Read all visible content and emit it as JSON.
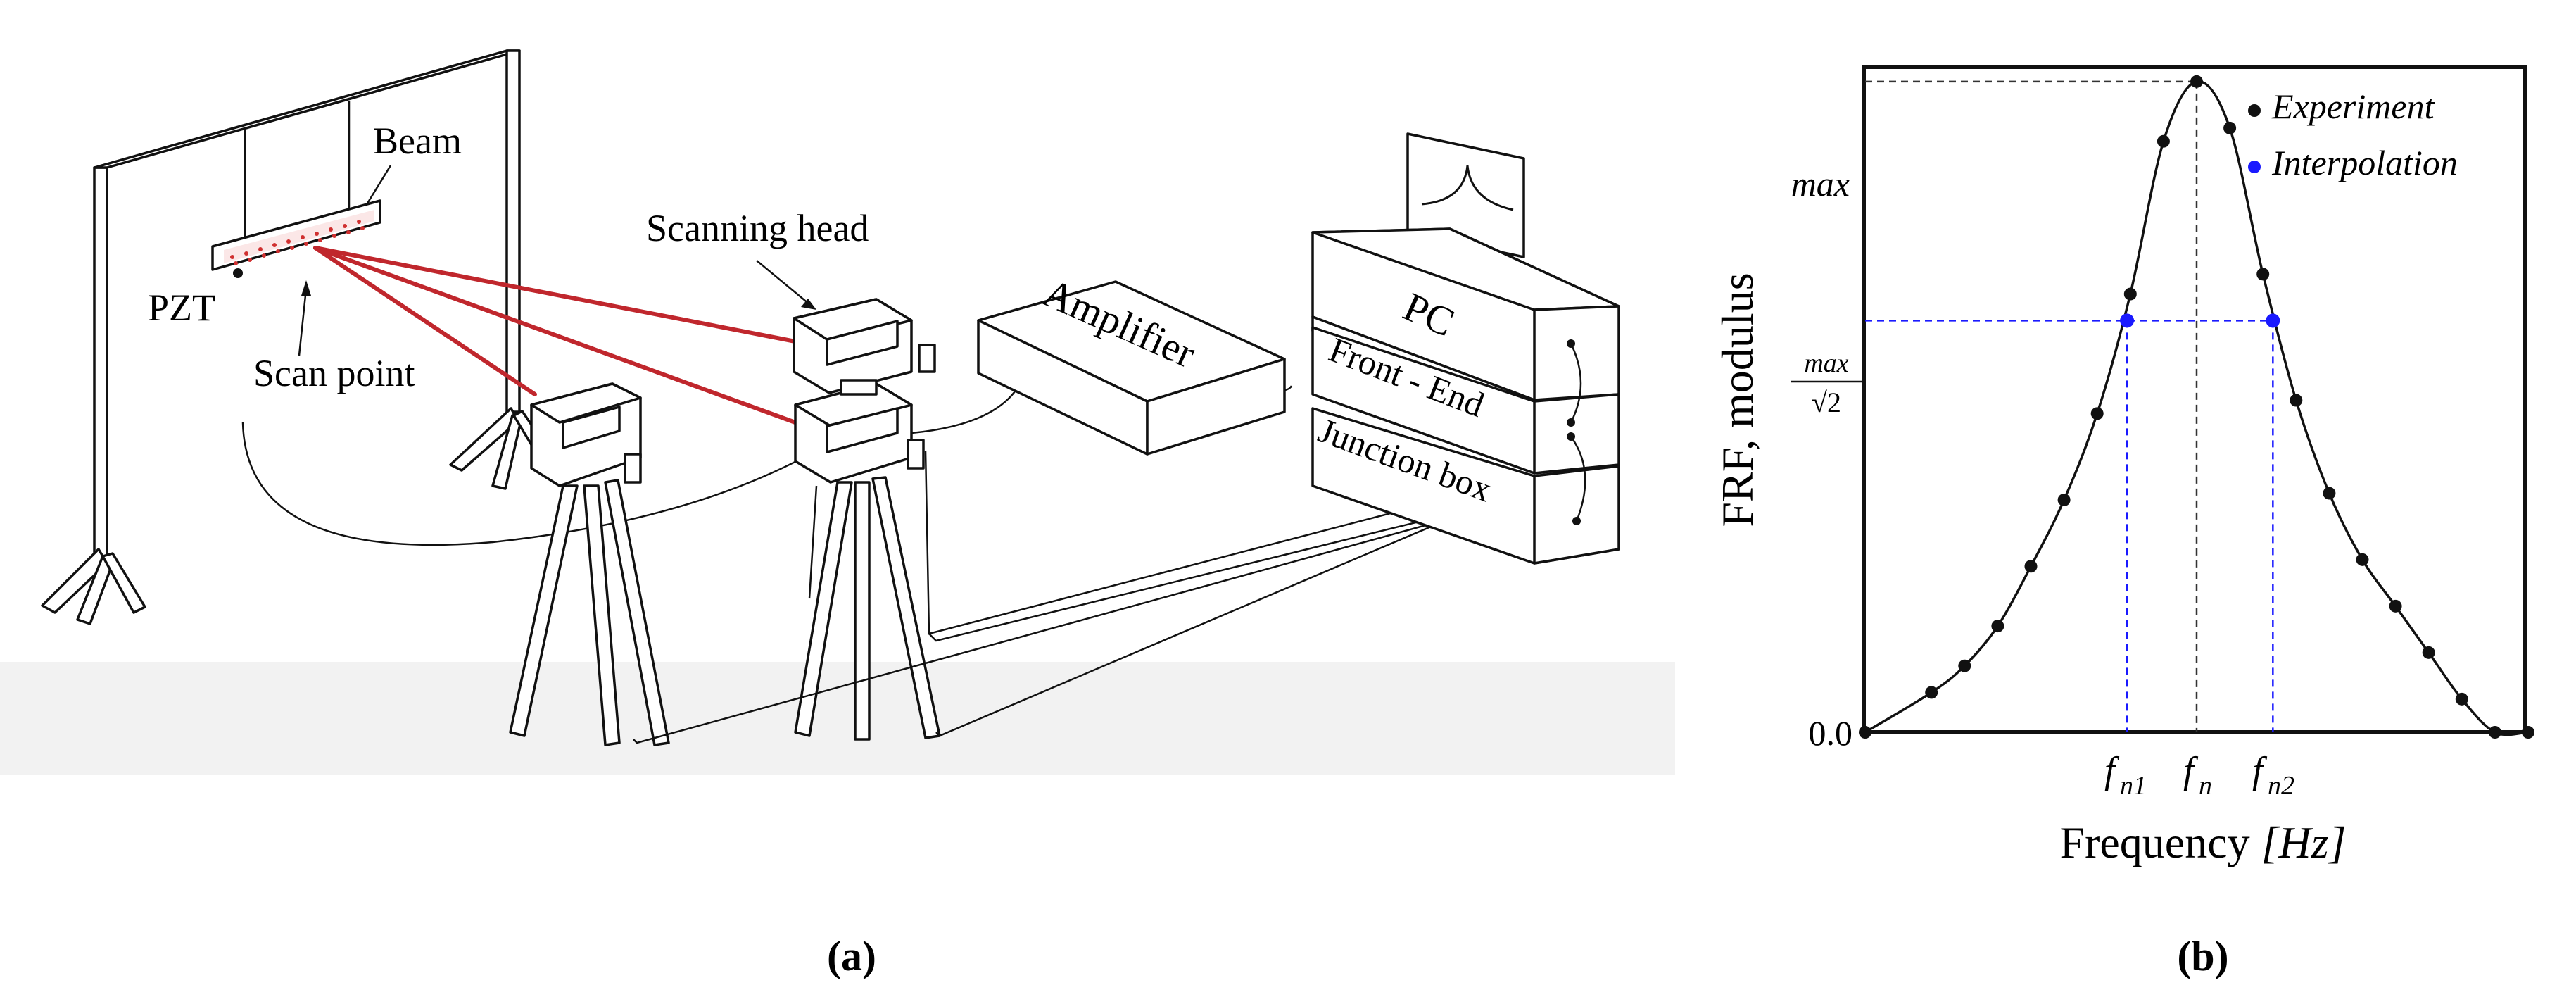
{
  "panel_a": {
    "labels": {
      "beam": "Beam",
      "pzt": "PZT",
      "scan_point": "Scan point",
      "scanning_head": "Scanning head",
      "amplifier": "Amplifier",
      "pc": "PC",
      "front_end": "Front - End",
      "junction_box": "Junction box"
    },
    "caption": "(a)",
    "colors": {
      "laser": "#c0272d",
      "line": "#111111"
    }
  },
  "panel_b": {
    "caption": "(b)",
    "legend": {
      "experiment": "Experiment",
      "interpolation": "Interpolation"
    },
    "ylabel": "FRF, modulus",
    "xlabel_prefix": "Frequency ",
    "xlabel_unit": "[Hz]",
    "yticks": {
      "max": "max",
      "half_power_num": "max",
      "half_power_den": "√2",
      "zero": "0.0"
    },
    "xticks": {
      "fn1_base": "f",
      "fn1_sub": "n1",
      "fn_base": "f",
      "fn_sub": "n",
      "fn2_base": "f",
      "fn2_sub": "n2"
    },
    "colors": {
      "experiment": "#111111",
      "interpolation": "#1a1aff",
      "guide_black": "#333333",
      "guide_blue": "#1a1aff"
    }
  },
  "chart_data": {
    "type": "line",
    "title": "",
    "xlabel": "Frequency [Hz]",
    "ylabel": "FRF, modulus",
    "ylim": [
      0,
      1
    ],
    "xlim": [
      0,
      1
    ],
    "grid": false,
    "legend_position": "top-right",
    "series": [
      {
        "name": "Experiment",
        "marker": "dot",
        "x": [
          0.0,
          0.1,
          0.15,
          0.2,
          0.25,
          0.3,
          0.35,
          0.4,
          0.45,
          0.5,
          0.55,
          0.6,
          0.65,
          0.7,
          0.75,
          0.8,
          0.85,
          0.9,
          0.95,
          1.0
        ],
        "y": [
          0.0,
          0.06,
          0.1,
          0.16,
          0.25,
          0.35,
          0.48,
          0.66,
          0.89,
          0.98,
          0.91,
          0.69,
          0.5,
          0.36,
          0.26,
          0.19,
          0.12,
          0.05,
          0.0,
          0.0
        ]
      },
      {
        "name": "Interpolation",
        "marker": "dot",
        "x": [
          0.395,
          0.615
        ],
        "y": [
          0.62,
          0.62
        ]
      }
    ],
    "reference_lines": {
      "max_y": 0.98,
      "half_power_y": 0.62,
      "fn_x": 0.5,
      "fn1_x": 0.395,
      "fn2_x": 0.615
    }
  }
}
